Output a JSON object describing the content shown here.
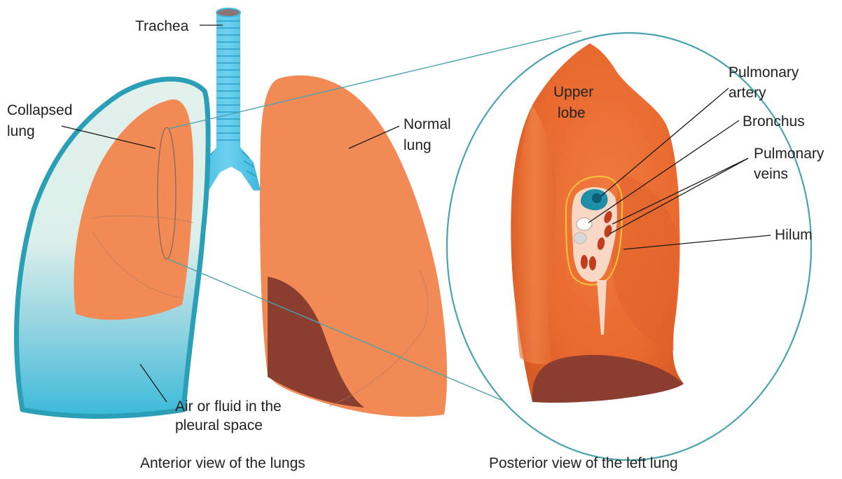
{
  "labels": {
    "trachea": "Trachea",
    "collapsed_lung_1": "Collapsed",
    "collapsed_lung_2": "lung",
    "normal_lung_1": "Normal",
    "normal_lung_2": "lung",
    "air_fluid_1": "Air or fluid in the",
    "air_fluid_2": "pleural space",
    "upper_lobe_1": "Upper",
    "upper_lobe_2": "lobe",
    "pulmonary_artery_1": "Pulmonary",
    "pulmonary_artery_2": "artery",
    "bronchus": "Bronchus",
    "pulmonary_veins_1": "Pulmonary",
    "pulmonary_veins_2": "veins",
    "hilum": "Hilum"
  },
  "captions": {
    "anterior": "Anterior view of the lungs",
    "posterior": "Posterior view of the left lung"
  }
}
